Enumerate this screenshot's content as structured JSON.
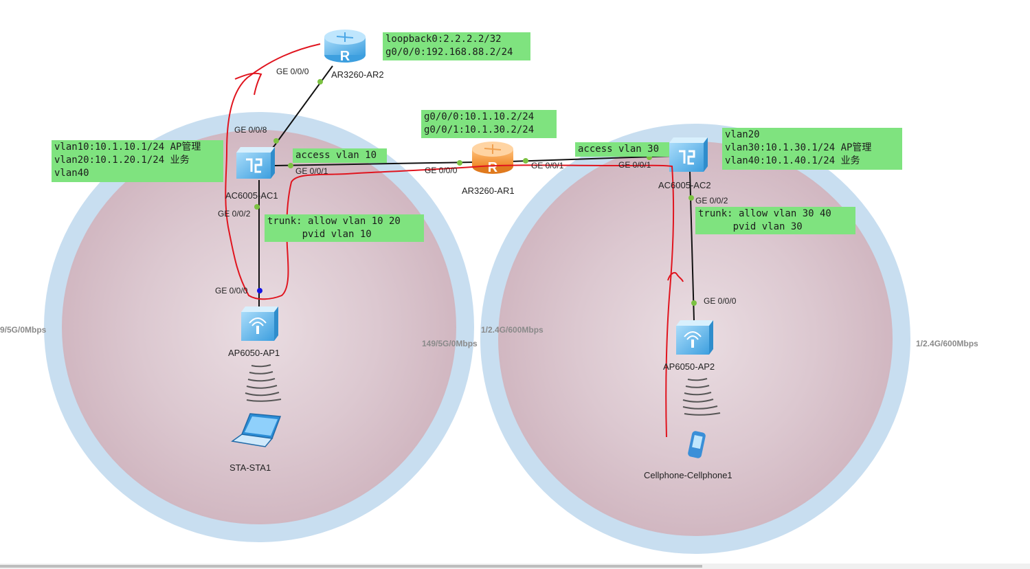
{
  "devices": {
    "ar2": {
      "label": "AR3260-AR2",
      "icon": "router-icon"
    },
    "ar1": {
      "label": "AR3260-AR1",
      "icon": "router-icon"
    },
    "ac1": {
      "label": "AC6005-AC1",
      "icon": "switch-icon"
    },
    "ac2": {
      "label": "AC6005-AC2",
      "icon": "switch-icon"
    },
    "ap1": {
      "label": "AP6050-AP1",
      "icon": "access-point-icon"
    },
    "ap2": {
      "label": "AP6050-AP2",
      "icon": "access-point-icon"
    },
    "sta1": {
      "label": "STA-STA1",
      "icon": "laptop-icon"
    },
    "phone1": {
      "label": "Cellphone-Cellphone1",
      "icon": "cellphone-icon"
    }
  },
  "ports": {
    "ar2_ge000": "GE 0/0/0",
    "ac1_ge008": "GE 0/0/8",
    "ac1_ge001": "GE 0/0/1",
    "ac1_ge002": "GE 0/0/2",
    "ar1_ge000": "GE 0/0/0",
    "ar1_ge001": "GE 0/0/1",
    "ac2_ge001": "GE 0/0/1",
    "ac2_ge002": "GE 0/0/2",
    "ap1_ge000": "GE 0/0/0",
    "ap2_ge000": "GE 0/0/0"
  },
  "notes": {
    "ar2_config": "loopback0:2.2.2.2/32\ng0/0/0:192.168.88.2/24",
    "ar1_config": "g0/0/0:10.1.10.2/24\ng0/0/1:10.1.30.2/24",
    "ac1_vlans": "vlan10:10.1.10.1/24 AP管理\nvlan20:10.1.20.1/24 业务\nvlan40",
    "ac1_access": "access vlan 10",
    "ac1_trunk": "trunk: allow vlan 10 20\n      pvid vlan 10",
    "ac2_access": "access vlan 30",
    "ac2_vlans": "vlan20\nvlan30:10.1.30.1/24 AP管理\nvlan40:10.1.40.1/24 业务",
    "ac2_trunk": "trunk: allow vlan 30 40\n      pvid vlan 30"
  },
  "radio_labels": {
    "ap1_left": "9/5G/0Mbps",
    "ap1_right": "149/5G/0Mbps",
    "ap2_left": "1/2.4G/600Mbps",
    "ap2_right": "1/2.4G/600Mbps"
  },
  "colors": {
    "note_bg": "#7fe37f",
    "coverage_ring": "#c5ddef",
    "coverage_fill": "#d9c3cc",
    "link": "#111111",
    "port_dot": "#7cc242",
    "port_dot_active": "#1414e6",
    "annotation_path": "#e0141e",
    "router_blue": "#5ab4ea",
    "router_orange": "#f29a3a"
  }
}
